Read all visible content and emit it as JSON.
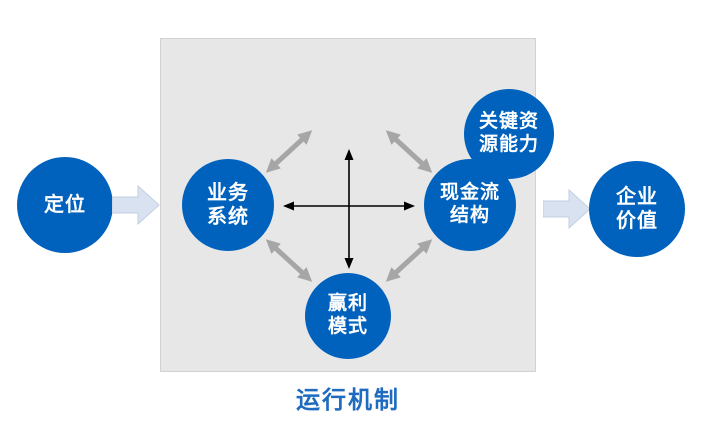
{
  "diagram": {
    "left_node": {
      "label": "定位"
    },
    "box": {
      "top_node": {
        "line1": "关键资",
        "line2": "源能力"
      },
      "left_node": {
        "line1": "业务",
        "line2": "系统"
      },
      "right_node": {
        "line1": "现金流",
        "line2": "结构"
      },
      "bottom_node": {
        "line1": "赢利",
        "line2": "模式"
      },
      "caption": "运行机制"
    },
    "right_node": {
      "line1": "企业",
      "line2": "价值"
    }
  },
  "colors": {
    "node_blue": "#0062BD",
    "caption_blue": "#1E6BBF",
    "box_background": "#E7E7E7",
    "connector_gray": "#A6A6A6",
    "connector_black": "#000000",
    "block_arrow_fill": "#D9E2F0"
  }
}
